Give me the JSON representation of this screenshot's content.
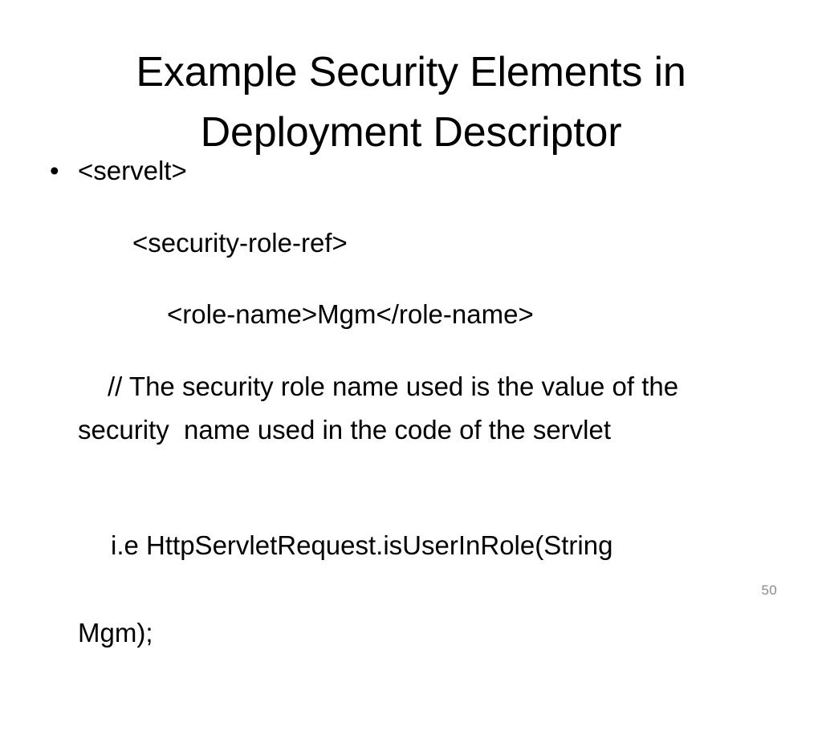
{
  "slide": {
    "title": "Example Security Elements in\nDeployment Descriptor",
    "bullet_marker": "•",
    "bullet_text": "<servelt>",
    "code_lines": [
      "<security-role-ref>",
      "<role-name>Mgm</role-name>"
    ],
    "comment_paragraph": "// The security role name used is the value of the security  name used in the code of the servlet",
    "example_line_first": "i.e HttpServletRequest.isUserInRole(String",
    "example_line_wrap": "Mgm);",
    "slide_number": "50",
    "colors": {
      "background": "#ffffff",
      "text": "#000000",
      "slide_number": "#8a8a8a"
    }
  }
}
